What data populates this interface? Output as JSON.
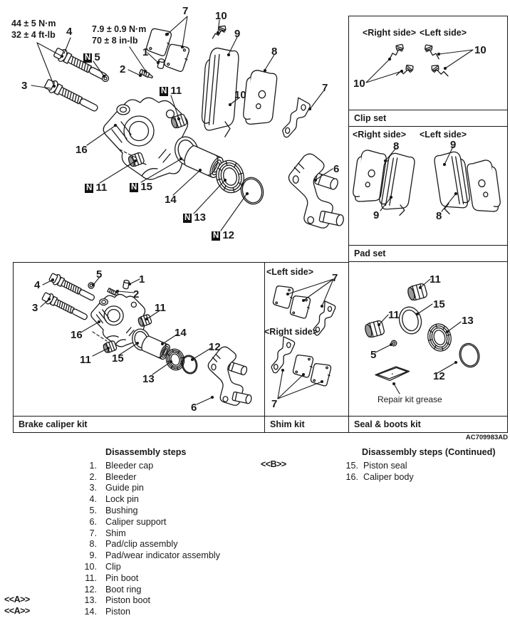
{
  "colors": {
    "ink": "#1a1a1a",
    "bg": "#ffffff"
  },
  "code": "AC709983AD",
  "main_diagram": {
    "torque_guide_pin": {
      "line1": "44 ± 5 N·m",
      "line2": "32 ± 4 ft-lb"
    },
    "torque_bleeder": {
      "line1": "7.9 ± 0.9 N·m",
      "line2": "70 ± 8 in-lb"
    },
    "labels": [
      {
        "prefix": "",
        "num": "4"
      },
      {
        "prefix": "",
        "num": "1"
      },
      {
        "prefix": "",
        "num": "2"
      },
      {
        "prefix": "",
        "num": "3"
      },
      {
        "prefix": "N",
        "num": "5"
      },
      {
        "prefix": "",
        "num": "7"
      },
      {
        "prefix": "",
        "num": "10"
      },
      {
        "prefix": "",
        "num": "9"
      },
      {
        "prefix": "",
        "num": "8"
      },
      {
        "prefix": "N",
        "num": "11"
      },
      {
        "prefix": "",
        "num": "10"
      },
      {
        "prefix": "",
        "num": "7"
      },
      {
        "prefix": "",
        "num": "16"
      },
      {
        "prefix": "N",
        "num": "11"
      },
      {
        "prefix": "N",
        "num": "15"
      },
      {
        "prefix": "",
        "num": "14"
      },
      {
        "prefix": "N",
        "num": "13"
      },
      {
        "prefix": "N",
        "num": "12"
      },
      {
        "prefix": "",
        "num": "6"
      }
    ]
  },
  "clip_set": {
    "caption": "Clip set",
    "right_side": "<Right side>",
    "left_side": "<Left side>",
    "labels": [
      {
        "num": "10"
      },
      {
        "num": "10"
      }
    ]
  },
  "pad_set": {
    "caption": "Pad set",
    "right_side": "<Right side>",
    "left_side": "<Left side>",
    "labels": [
      {
        "num": "8"
      },
      {
        "num": "9"
      },
      {
        "num": "9"
      },
      {
        "num": "8"
      }
    ]
  },
  "brake_caliper_kit": {
    "caption": "Brake caliper kit",
    "labels": [
      {
        "num": "4"
      },
      {
        "num": "5"
      },
      {
        "num": "1"
      },
      {
        "num": "2"
      },
      {
        "num": "3"
      },
      {
        "num": "11"
      },
      {
        "num": "16"
      },
      {
        "num": "14"
      },
      {
        "num": "12"
      },
      {
        "num": "11"
      },
      {
        "num": "15"
      },
      {
        "num": "13"
      },
      {
        "num": "6"
      }
    ]
  },
  "shim_kit": {
    "caption": "Shim kit",
    "left_side": "<Left side>",
    "right_side": "<Right side>",
    "labels": [
      {
        "num": "7"
      },
      {
        "num": "7"
      }
    ]
  },
  "seal_boots_kit": {
    "caption": "Seal & boots kit",
    "grease_label": "Repair kit grease",
    "labels": [
      {
        "num": "11"
      },
      {
        "num": "15"
      },
      {
        "num": "11"
      },
      {
        "num": "13"
      },
      {
        "num": "5"
      },
      {
        "num": "12"
      }
    ]
  },
  "steps": {
    "title": "Disassembly steps",
    "marker_b": "<<B>>",
    "marker_a": "<<A>>",
    "items": [
      {
        "num": "1.",
        "label": "Bleeder cap"
      },
      {
        "num": "2.",
        "label": "Bleeder"
      },
      {
        "num": "3.",
        "label": "Guide pin"
      },
      {
        "num": "4.",
        "label": "Lock pin"
      },
      {
        "num": "5.",
        "label": "Bushing"
      },
      {
        "num": "6.",
        "label": "Caliper support"
      },
      {
        "num": "7.",
        "label": "Shim"
      },
      {
        "num": "8.",
        "label": "Pad/clip assembly"
      },
      {
        "num": "9.",
        "label": "Pad/wear indicator assembly"
      },
      {
        "num": "10.",
        "label": "Clip"
      },
      {
        "num": "11.",
        "label": "Pin boot"
      },
      {
        "num": "12.",
        "label": "Boot ring"
      },
      {
        "num": "13.",
        "label": "Piston boot"
      },
      {
        "num": "14.",
        "label": "Piston"
      }
    ]
  },
  "steps_continued": {
    "title": "Disassembly steps (Continued)",
    "items": [
      {
        "num": "15.",
        "label": "Piston seal"
      },
      {
        "num": "16.",
        "label": "Caliper body"
      }
    ]
  }
}
